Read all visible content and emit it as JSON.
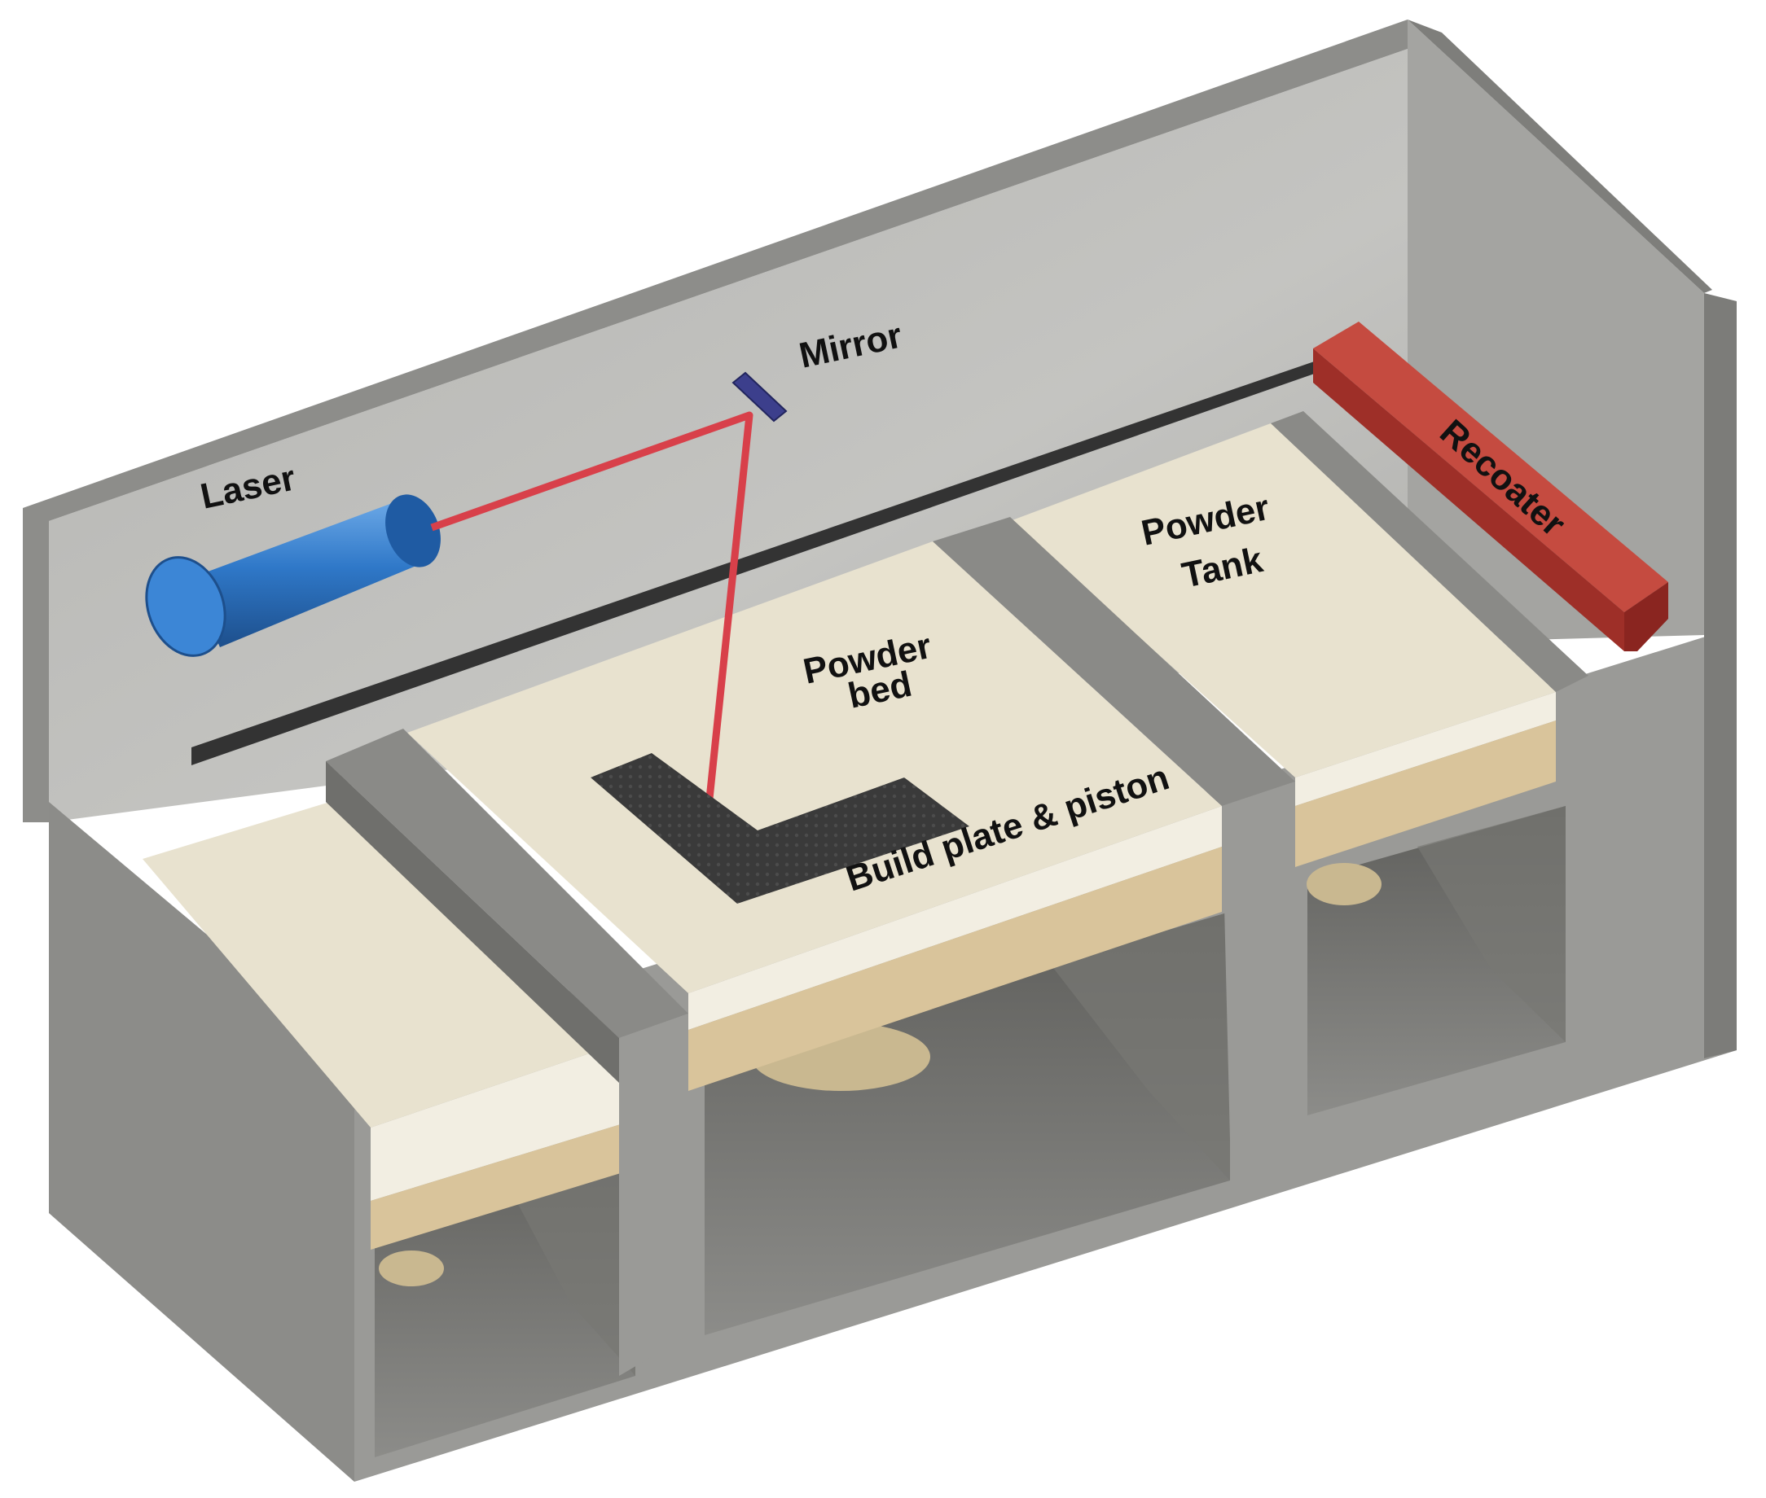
{
  "labels": {
    "laser": "Laser",
    "mirror": "Mirror",
    "recoater": "Recoater",
    "powder_bed_line1": "Powder",
    "powder_bed_line2": "bed",
    "powder_tank_line1": "Powder",
    "powder_tank_line2": "Tank",
    "build_plate": "Build plate & piston"
  },
  "colors": {
    "housing": "#8a8a88",
    "housing_light": "#a8a8a5",
    "back_wall": "#b8b8b5",
    "powder": "#e8e2cf",
    "plate": "#d9c49b",
    "laser_body": "#2d73c4",
    "laser_beam": "#d8404a",
    "recoater": "#b33a32",
    "mirror": "#3c3f8c",
    "part": "#3a3a3a",
    "rail": "#333333"
  }
}
